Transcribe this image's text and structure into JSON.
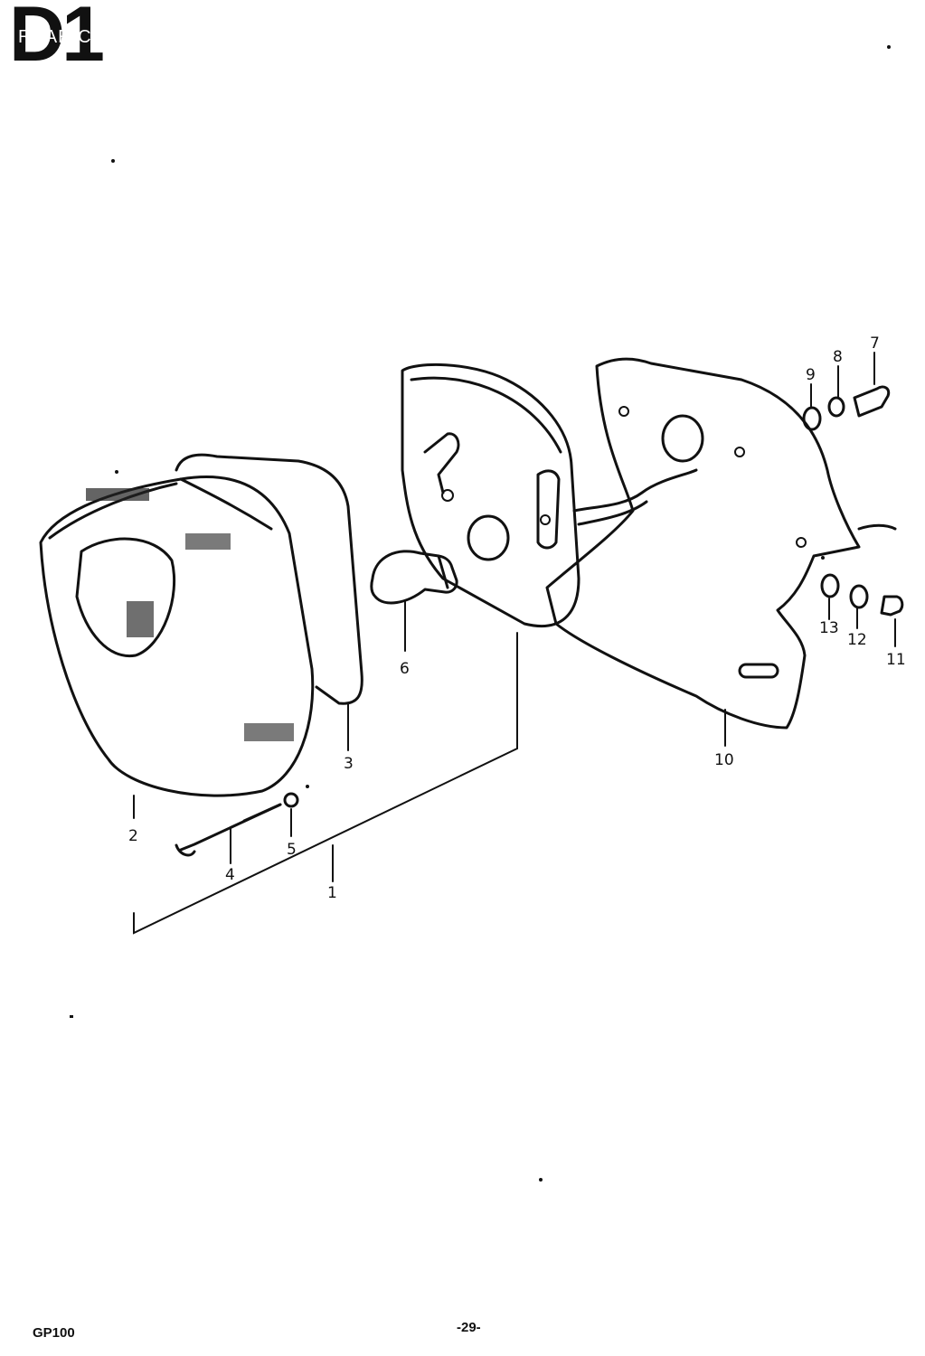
{
  "header": {
    "code": "D1",
    "title": "REAR COMBINATION LAMP"
  },
  "footer": {
    "model": "GP100",
    "page": "-29-"
  },
  "callouts": [
    "1",
    "2",
    "3",
    "4",
    "5",
    "6",
    "7",
    "8",
    "9",
    "10",
    "11",
    "12",
    "13"
  ]
}
